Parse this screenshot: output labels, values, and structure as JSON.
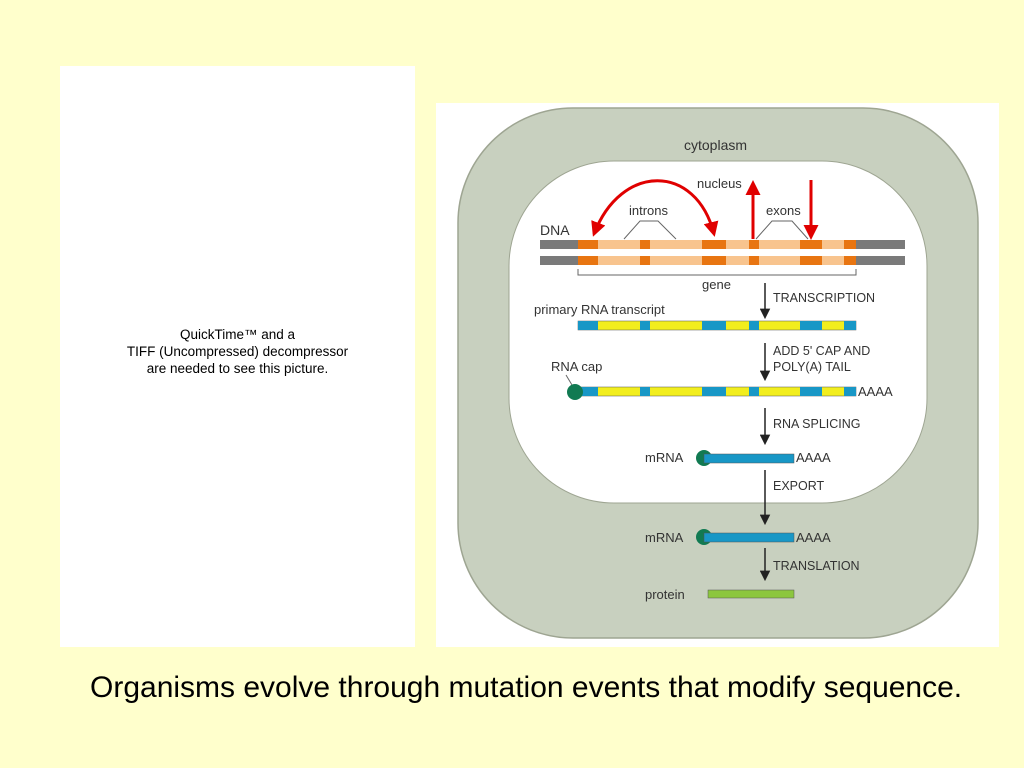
{
  "placeholder": {
    "message": "QuickTime™ and a\nTIFF (Uncompressed) decompressor\nare needed to see this picture."
  },
  "figure": {
    "cytoplasm": "cytoplasm",
    "nucleus": "nucleus",
    "introns": "introns",
    "exons": "exons",
    "dna": "DNA",
    "gene": "gene",
    "primary_transcript": "primary RNA transcript",
    "transcription": "TRANSCRIPTION",
    "cap_step_line1": "ADD 5' CAP AND",
    "cap_step_line2": "POLY(A) TAIL",
    "rna_cap": "RNA cap",
    "poly_a_1": "AAAA",
    "splicing": "RNA SPLICING",
    "mrna_1": "mRNA",
    "poly_a_2": "AAAA",
    "export": "EXPORT",
    "mrna_2": "mRNA",
    "poly_a_3": "AAAA",
    "translation": "TRANSLATION",
    "protein": "protein",
    "colors": {
      "cytoplasm": "#c8d0bf",
      "exon": "#e87511",
      "intron": "#f8c48e",
      "rna_exon": "#1897c6",
      "rna_intron": "#f2ee1e",
      "cap": "#117a52",
      "protein": "#8cc63e",
      "red_arrow": "#e00000"
    }
  },
  "caption": {
    "text": "Organisms evolve through mutation events that modify sequence."
  }
}
